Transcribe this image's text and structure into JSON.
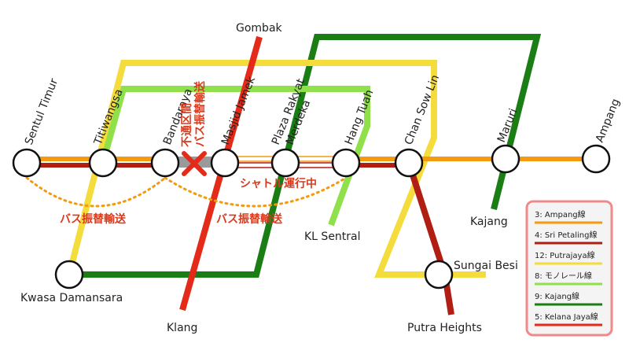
{
  "colors": {
    "ampang": "#f39a10",
    "sri_petaling": "#b01e14",
    "putrajaya": "#f4dc3c",
    "monorail": "#8fe04a",
    "kajang": "#1a7e14",
    "kelana_jaya": "#e42a18",
    "note_red": "#d83a1e",
    "disabled_gray": "#9a9a9a",
    "legend_border": "#f08a8a",
    "legend_bg": "#f4f4f4"
  },
  "stations": {
    "sentul_timur": "Sentul Timur",
    "titiwangsa": "Titiwangsa",
    "bandaraya": "Bandaraya",
    "masjid_jamek": "Masjid Jamek",
    "plaza_rakyat": "Plaza Rakyat",
    "merdeka": "Merdeka",
    "hang_tuah": "Hang Tuah",
    "chan_sow_lin": "Chan Sow Lin",
    "maluri": "Maruri",
    "ampang": "Ampang",
    "gombak": "Gombak",
    "klang": "Klang",
    "kwasa_damansara": "Kwasa Damansara",
    "kl_sentral": "KL Sentral",
    "kajang": "Kajang",
    "sungai_besi": "Sungai Besi",
    "putra_heights": "Putra Heights"
  },
  "notes": {
    "closed_line1": "不通区間",
    "closed_line2": "バス振替輸送",
    "bus_left": "バス振替輸送",
    "bus_right": "バス振替輸送",
    "shuttle": "シャトル運行中"
  },
  "legend": [
    {
      "label": "3: Ampang線",
      "color": "#f39a10"
    },
    {
      "label": "4: Sri Petaling線",
      "color": "#b01e14"
    },
    {
      "label": "12: Putrajaya線",
      "color": "#f4dc3c"
    },
    {
      "label": "8: モノレール線",
      "color": "#8fe04a"
    },
    {
      "label": "9: Kajang線",
      "color": "#1a7e14"
    },
    {
      "label": "5: Kelana Jaya線",
      "color": "#e42a18"
    }
  ]
}
